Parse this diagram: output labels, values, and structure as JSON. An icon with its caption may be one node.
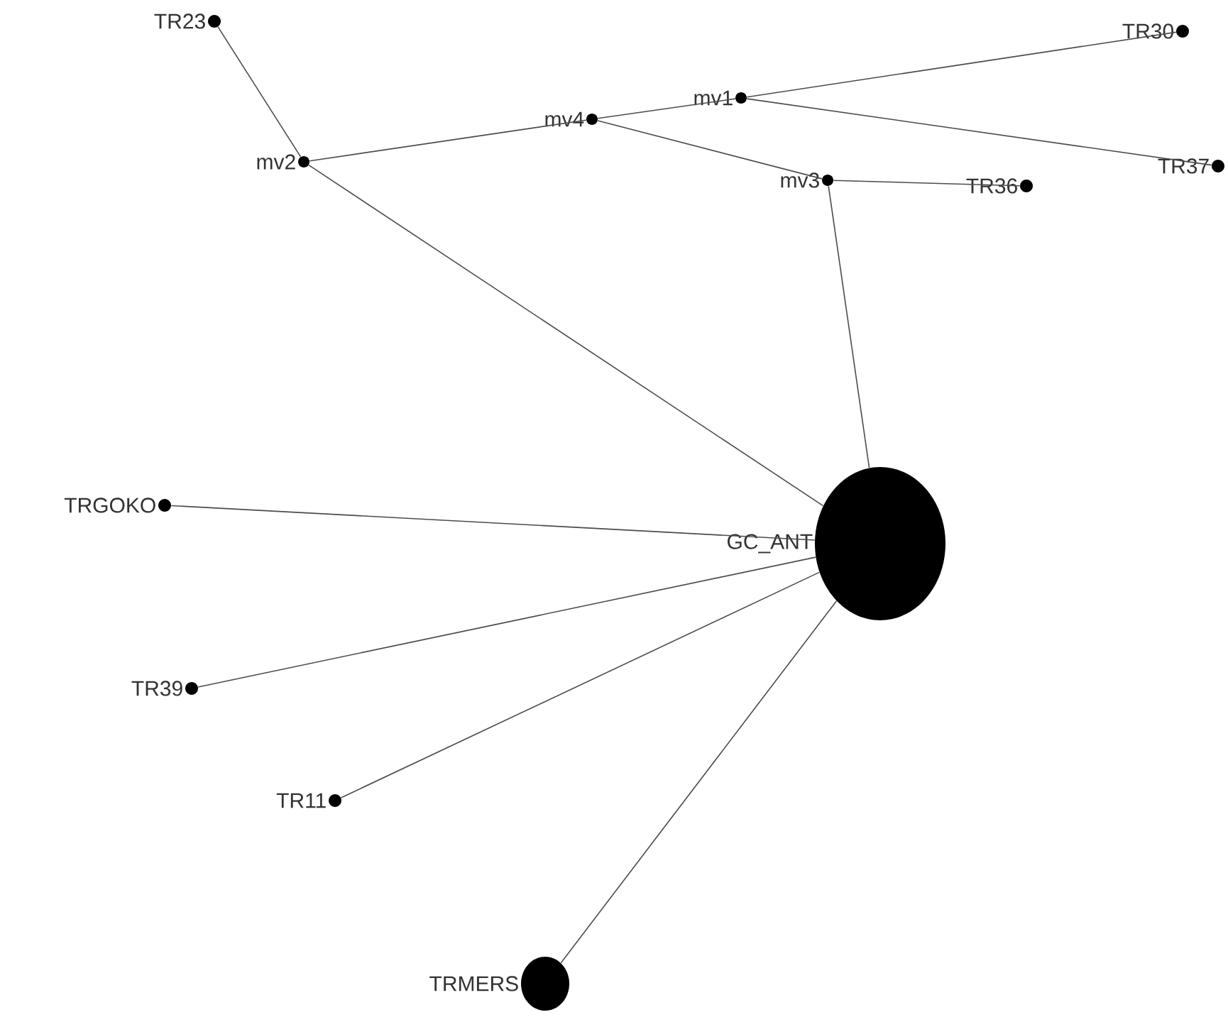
{
  "diagram": {
    "nodes": [
      {
        "text": [
          "TR23"
        ]
      },
      {
        "text": [
          "TR30"
        ]
      },
      {
        "text": [
          "mv1"
        ]
      },
      {
        "text": [
          "mv4"
        ]
      },
      {
        "text": [
          "mv2"
        ]
      },
      {
        "text": [
          "TR37"
        ]
      },
      {
        "text": [
          "mv3"
        ]
      },
      {
        "text": [
          "TR36"
        ]
      },
      {
        "text": [
          "TRGOKO"
        ]
      },
      {
        "text": [
          "GC_ANT"
        ]
      },
      {
        "text": [
          "TR39"
        ]
      },
      {
        "text": [
          "TR11"
        ]
      },
      {
        "text": [
          "TRMERS"
        ]
      }
    ],
    "edges": [
      {
        "from": 0,
        "to": 4,
        "arrow": "none"
      },
      {
        "from": 4,
        "to": 3,
        "arrow": "none"
      },
      {
        "from": 3,
        "to": 2,
        "arrow": "none"
      },
      {
        "from": 2,
        "to": 1,
        "arrow": "none"
      },
      {
        "from": 2,
        "to": 5,
        "arrow": "none"
      },
      {
        "from": 3,
        "to": 6,
        "arrow": "none"
      },
      {
        "from": 6,
        "to": 7,
        "arrow": "none"
      },
      {
        "from": 6,
        "to": 9,
        "arrow": "none"
      },
      {
        "from": 4,
        "to": 9,
        "arrow": "none"
      },
      {
        "from": 8,
        "to": 9,
        "arrow": "none"
      },
      {
        "from": 10,
        "to": 9,
        "arrow": "none"
      },
      {
        "from": 11,
        "to": 9,
        "arrow": "none"
      },
      {
        "from": 12,
        "to": 9,
        "arrow": "none"
      }
    ]
  }
}
